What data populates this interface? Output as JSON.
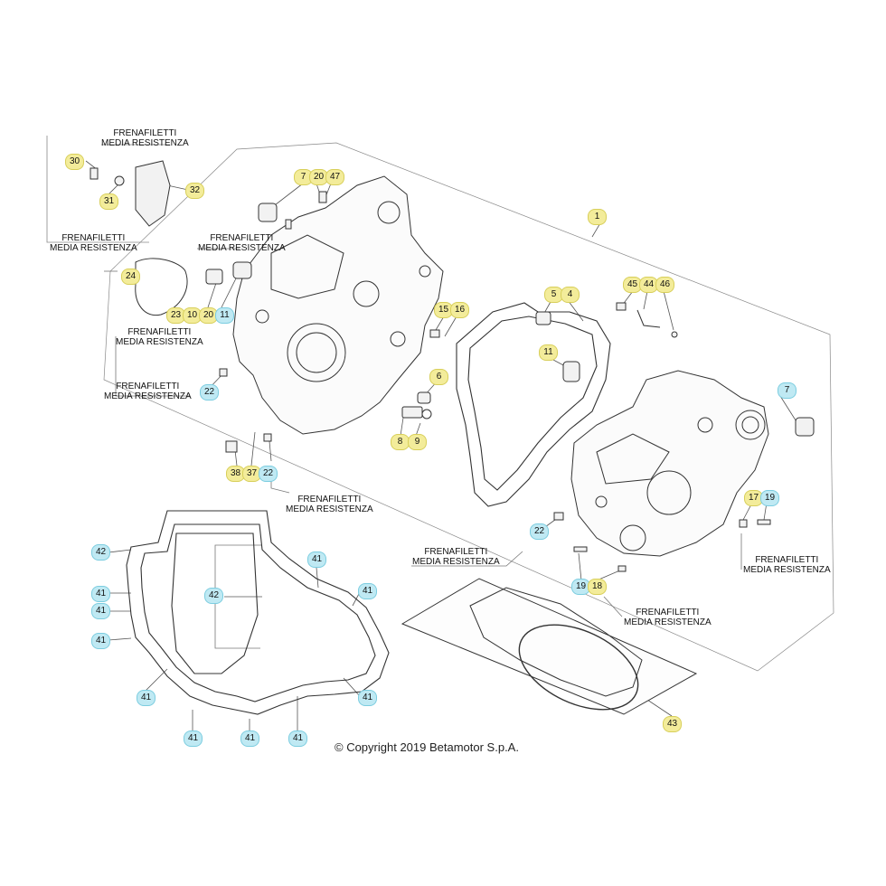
{
  "notes": {
    "thread_lock_1": "FRENAFILETTI",
    "thread_lock_2": "MEDIA RESISTENZA"
  },
  "copyright": "© Copyright 2019 Betamotor S.p.A.",
  "colors": {
    "yellow_badge": "#f3ec9a",
    "blue_badge": "#bfe9f3",
    "line": "#555555"
  },
  "callouts": [
    {
      "id": "30",
      "color": "yellow"
    },
    {
      "id": "31",
      "color": "yellow"
    },
    {
      "id": "32",
      "color": "yellow"
    },
    {
      "id": "7",
      "color": "yellow"
    },
    {
      "id": "20",
      "color": "yellow"
    },
    {
      "id": "47",
      "color": "yellow"
    },
    {
      "id": "24",
      "color": "yellow"
    },
    {
      "id": "23",
      "color": "yellow"
    },
    {
      "id": "10",
      "color": "yellow"
    },
    {
      "id": "20",
      "color": "yellow"
    },
    {
      "id": "11",
      "color": "blue"
    },
    {
      "id": "22",
      "color": "blue"
    },
    {
      "id": "15",
      "color": "yellow"
    },
    {
      "id": "16",
      "color": "yellow"
    },
    {
      "id": "6",
      "color": "yellow"
    },
    {
      "id": "8",
      "color": "yellow"
    },
    {
      "id": "9",
      "color": "yellow"
    },
    {
      "id": "38",
      "color": "yellow"
    },
    {
      "id": "37",
      "color": "yellow"
    },
    {
      "id": "22",
      "color": "blue"
    },
    {
      "id": "1",
      "color": "yellow"
    },
    {
      "id": "5",
      "color": "yellow"
    },
    {
      "id": "4",
      "color": "yellow"
    },
    {
      "id": "11",
      "color": "yellow"
    },
    {
      "id": "45",
      "color": "yellow"
    },
    {
      "id": "44",
      "color": "yellow"
    },
    {
      "id": "46",
      "color": "yellow"
    },
    {
      "id": "7",
      "color": "blue"
    },
    {
      "id": "17",
      "color": "yellow"
    },
    {
      "id": "19",
      "color": "blue"
    },
    {
      "id": "22",
      "color": "blue"
    },
    {
      "id": "19",
      "color": "blue"
    },
    {
      "id": "18",
      "color": "yellow"
    },
    {
      "id": "42",
      "color": "blue"
    },
    {
      "id": "41",
      "color": "blue"
    },
    {
      "id": "41",
      "color": "blue"
    },
    {
      "id": "41",
      "color": "blue"
    },
    {
      "id": "42",
      "color": "blue"
    },
    {
      "id": "41",
      "color": "blue"
    },
    {
      "id": "41",
      "color": "blue"
    },
    {
      "id": "41",
      "color": "blue"
    },
    {
      "id": "41",
      "color": "blue"
    },
    {
      "id": "41",
      "color": "blue"
    },
    {
      "id": "41",
      "color": "blue"
    },
    {
      "id": "41",
      "color": "blue"
    },
    {
      "id": "41",
      "color": "blue"
    },
    {
      "id": "43",
      "color": "yellow"
    }
  ]
}
